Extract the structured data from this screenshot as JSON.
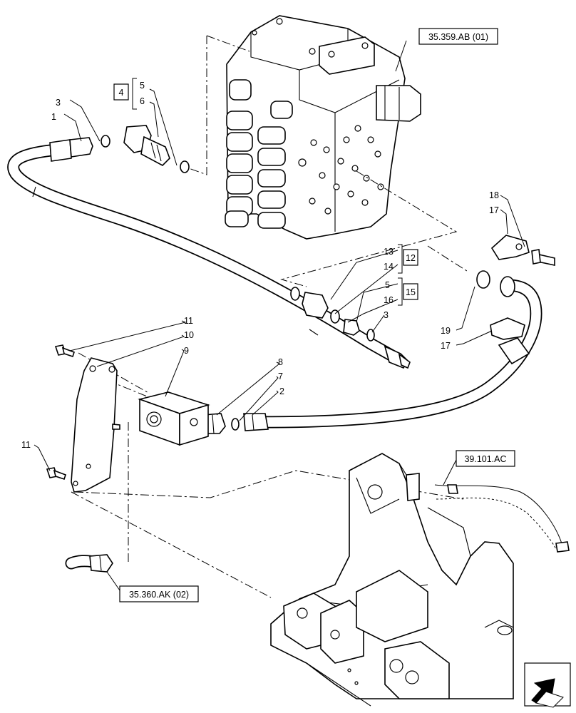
{
  "references": {
    "valve_block": "35.359.AB (01)",
    "frame": "39.101.AC",
    "hose_connection": "35.360.AK (02)"
  },
  "kits": {
    "k4": "4",
    "k12": "12",
    "k15": "15"
  },
  "callouts": {
    "c1": "1",
    "c2": "2",
    "c3a": "3",
    "c3b": "3",
    "c5a": "5",
    "c5b": "5",
    "c6": "6",
    "c7": "7",
    "c8": "8",
    "c9": "9",
    "c10": "10",
    "c11a": "11",
    "c11b": "11",
    "c13": "13",
    "c14": "14",
    "c16": "16",
    "c17a": "17",
    "c17b": "17",
    "c18": "18",
    "c19": "19"
  },
  "icons": {
    "navigation_arrow": "arrow-icon"
  }
}
